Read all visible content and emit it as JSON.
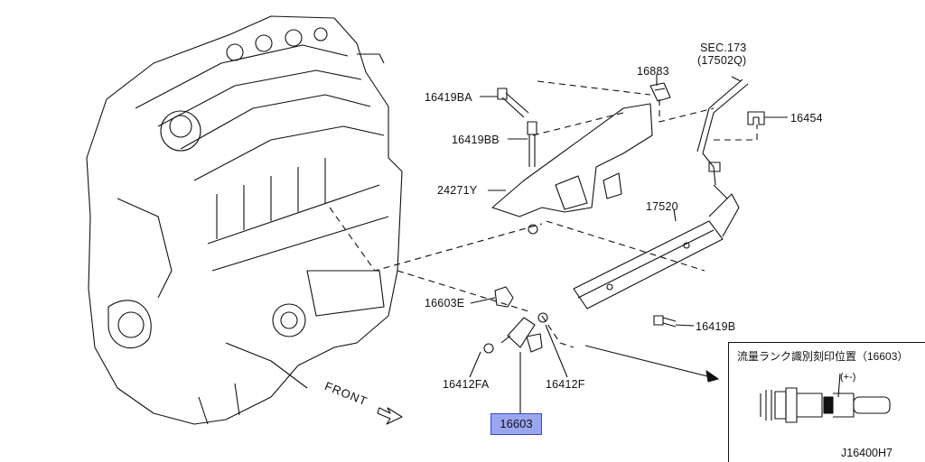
{
  "labels": {
    "sec_ref": "SEC.173",
    "sec_sub": "(17502Q)",
    "p16883": "16883",
    "p16454": "16454",
    "p16419BA": "16419BA",
    "p16419BB": "16419BB",
    "p24271Y": "24271Y",
    "p17520": "17520",
    "p16603E": "16603E",
    "p16419B": "16419B",
    "p16412FA": "16412FA",
    "p16412F": "16412F",
    "p16603": "16603",
    "front": "FRONT"
  },
  "inset": {
    "title": "流量ランク識別刻印位置（16603）",
    "mark": "(+-)"
  },
  "diagram_code": "J16400H7",
  "colors": {
    "highlight": "#9aa6f2",
    "line": "#111111"
  }
}
